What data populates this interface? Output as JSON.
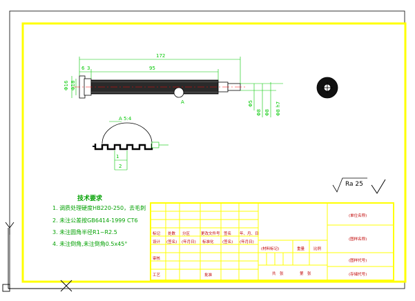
{
  "dimensions": {
    "overall_length": "172",
    "segment_a": "6",
    "segment_b": "3",
    "main_length": "95",
    "dia_left": "Φ16",
    "dia_body": "Φ18",
    "dia_right_a": "Φ5",
    "dia_right_b": "Φ8",
    "dia_right_c": "Φ8",
    "dia_right_d": "Φ8 h7",
    "section_label": "A",
    "detail_label": "A 5:4",
    "detail_dim_1": "1",
    "detail_dim_2": "2"
  },
  "roughness": {
    "symbol_label": "Ra 25"
  },
  "technical_requirements": {
    "title": "技术要求",
    "items": [
      "1. 调质处理硬度HB220-250，去毛刺",
      "2. 未注公差按GB6414-1999 CT6",
      "3. 未注圆角半径R1~R2.5",
      "4. 未注倒角,未注倒角0.5x45°"
    ]
  },
  "title_block": {
    "row_labels_top": [
      "标记",
      "处数",
      "分区",
      "更改文件号",
      "签名",
      "年、月、日"
    ],
    "row_labels_mid": [
      "设计",
      "(签名)",
      "(年月日)",
      "标准化",
      "(签名)",
      "(年月日)"
    ],
    "review": "审核",
    "process": "工艺",
    "approve": "批准",
    "material": "(材料标记)",
    "weight": "重量",
    "scale": "比例",
    "sheet_total": "共　张",
    "sheet_no": "第　张",
    "unit_name": "(单位名称)",
    "drawing_name": "(图样名称)",
    "drawing_code": "(图样代号)",
    "storage_code": "(存储代号)"
  },
  "colors": {
    "background": "#ffffff",
    "border": "#ffff00",
    "outer_frame": "#000000",
    "outline": "#000000",
    "part_fill": "#2a2a2a",
    "dimension": "#00c800",
    "centerline": "#ff0000",
    "text_green": "#00a000",
    "title_red": "#c00000",
    "ucs": "#000000"
  },
  "icons": {
    "ucs": "ucs-axis-icon",
    "roughness": "surface-roughness-icon",
    "section_view": "circular-section-icon"
  }
}
